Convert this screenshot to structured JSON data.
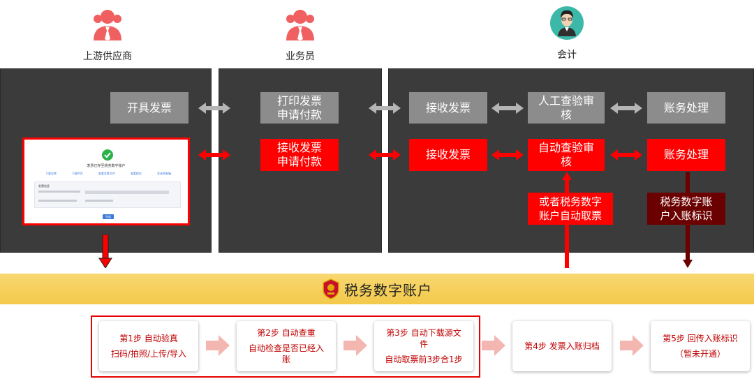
{
  "actors": {
    "upstream": {
      "label": "上游供应商",
      "icon": "person-tie-icon"
    },
    "salesman": {
      "label": "业务员",
      "icon": "person-tie-icon"
    },
    "accountant": {
      "label": "会计",
      "icon": "woman-avatar-icon"
    }
  },
  "gray_row": {
    "issue_invoice": "开具发票",
    "print_invoice": "打印发票\n申请付款",
    "receive_invoice": "接收发票",
    "manual_check": "人工查验审\n核",
    "accounting": "账务处理"
  },
  "red_row": {
    "receive_invoice_apply": "接收发票\n申请付款",
    "receive_invoice": "接收发票",
    "auto_check": "自动查验审\n核",
    "accounting": "账务处理"
  },
  "fetch_box": "或者税务数字\n账户自动取票",
  "mark_box": "税务数字账\n户入账标识",
  "thumbnail": {
    "success_title": "发票已存至税务数字账户",
    "links": [
      "下载发票",
      "下载PDF",
      "查看发票文件",
      "查看税务",
      "发送到邮箱"
    ],
    "section_title": "发票信息",
    "button": "完成"
  },
  "banner": {
    "title": "税务数字账户",
    "emblem": "tax-emblem-icon"
  },
  "steps": [
    {
      "title": "第1步 自动验真",
      "sub": "扫码/拍照/上传/导入"
    },
    {
      "title": "第2步 自动查重",
      "sub": "自动检查是否已经入\n账"
    },
    {
      "title": "第3步 自动下载源文\n件",
      "sub": "自动取票前3步合1步"
    },
    {
      "title": "第4步 发票入账归档",
      "sub": ""
    },
    {
      "title": "第5步 回传入账标识",
      "sub": "（暂未开通）"
    }
  ],
  "colors": {
    "panel": "#3b3b3b",
    "gray_box": "#8c8c8c",
    "red": "#ff0000",
    "dark_red": "#6b0000",
    "banner": "#f3c94a"
  }
}
